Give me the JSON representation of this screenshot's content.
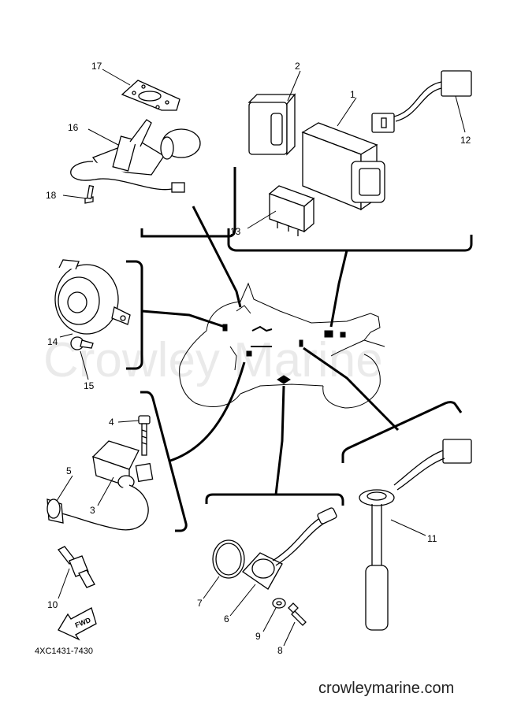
{
  "watermark": "Crowley Marine",
  "site_url": "crowleymarine.com",
  "diagram_code": "4XC1431-7430",
  "fwd_label": "FWD",
  "callouts": [
    "1",
    "2",
    "3",
    "4",
    "5",
    "6",
    "7",
    "8",
    "9",
    "10",
    "11",
    "12",
    "13",
    "14",
    "15",
    "16",
    "17",
    "18"
  ]
}
